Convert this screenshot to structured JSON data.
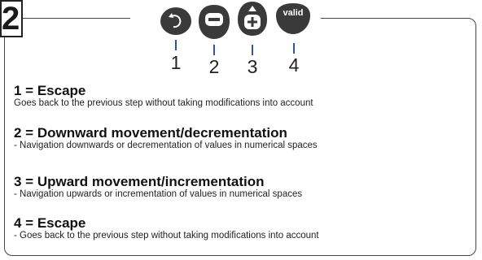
{
  "step_number": "2",
  "buttons": [
    {
      "number": "1",
      "icon": "undo-arrow-icon"
    },
    {
      "number": "2",
      "icon": "minus-icon"
    },
    {
      "number": "3",
      "icon": "plus-up-arrow-icon"
    },
    {
      "number": "4",
      "icon": "valid-button",
      "label": "valid"
    }
  ],
  "items": [
    {
      "title": "1 = Escape",
      "description": "Goes back to the previous step without taking modifications into account"
    },
    {
      "title": "2 = Downward movement/decrementation",
      "description": "- Navigation downwards or decrementation of values in numerical spaces"
    },
    {
      "title": "3 = Upward movement/incrementation",
      "description": "- Navigation upwards or incrementation of values in numerical spaces"
    },
    {
      "title": "4 = Escape",
      "description": "- Goes back to the previous step without taking modifications into account"
    }
  ],
  "colors": {
    "button_dark": "#3a3a3a",
    "tick_blue": "#2f56a6",
    "border": "#444444"
  }
}
